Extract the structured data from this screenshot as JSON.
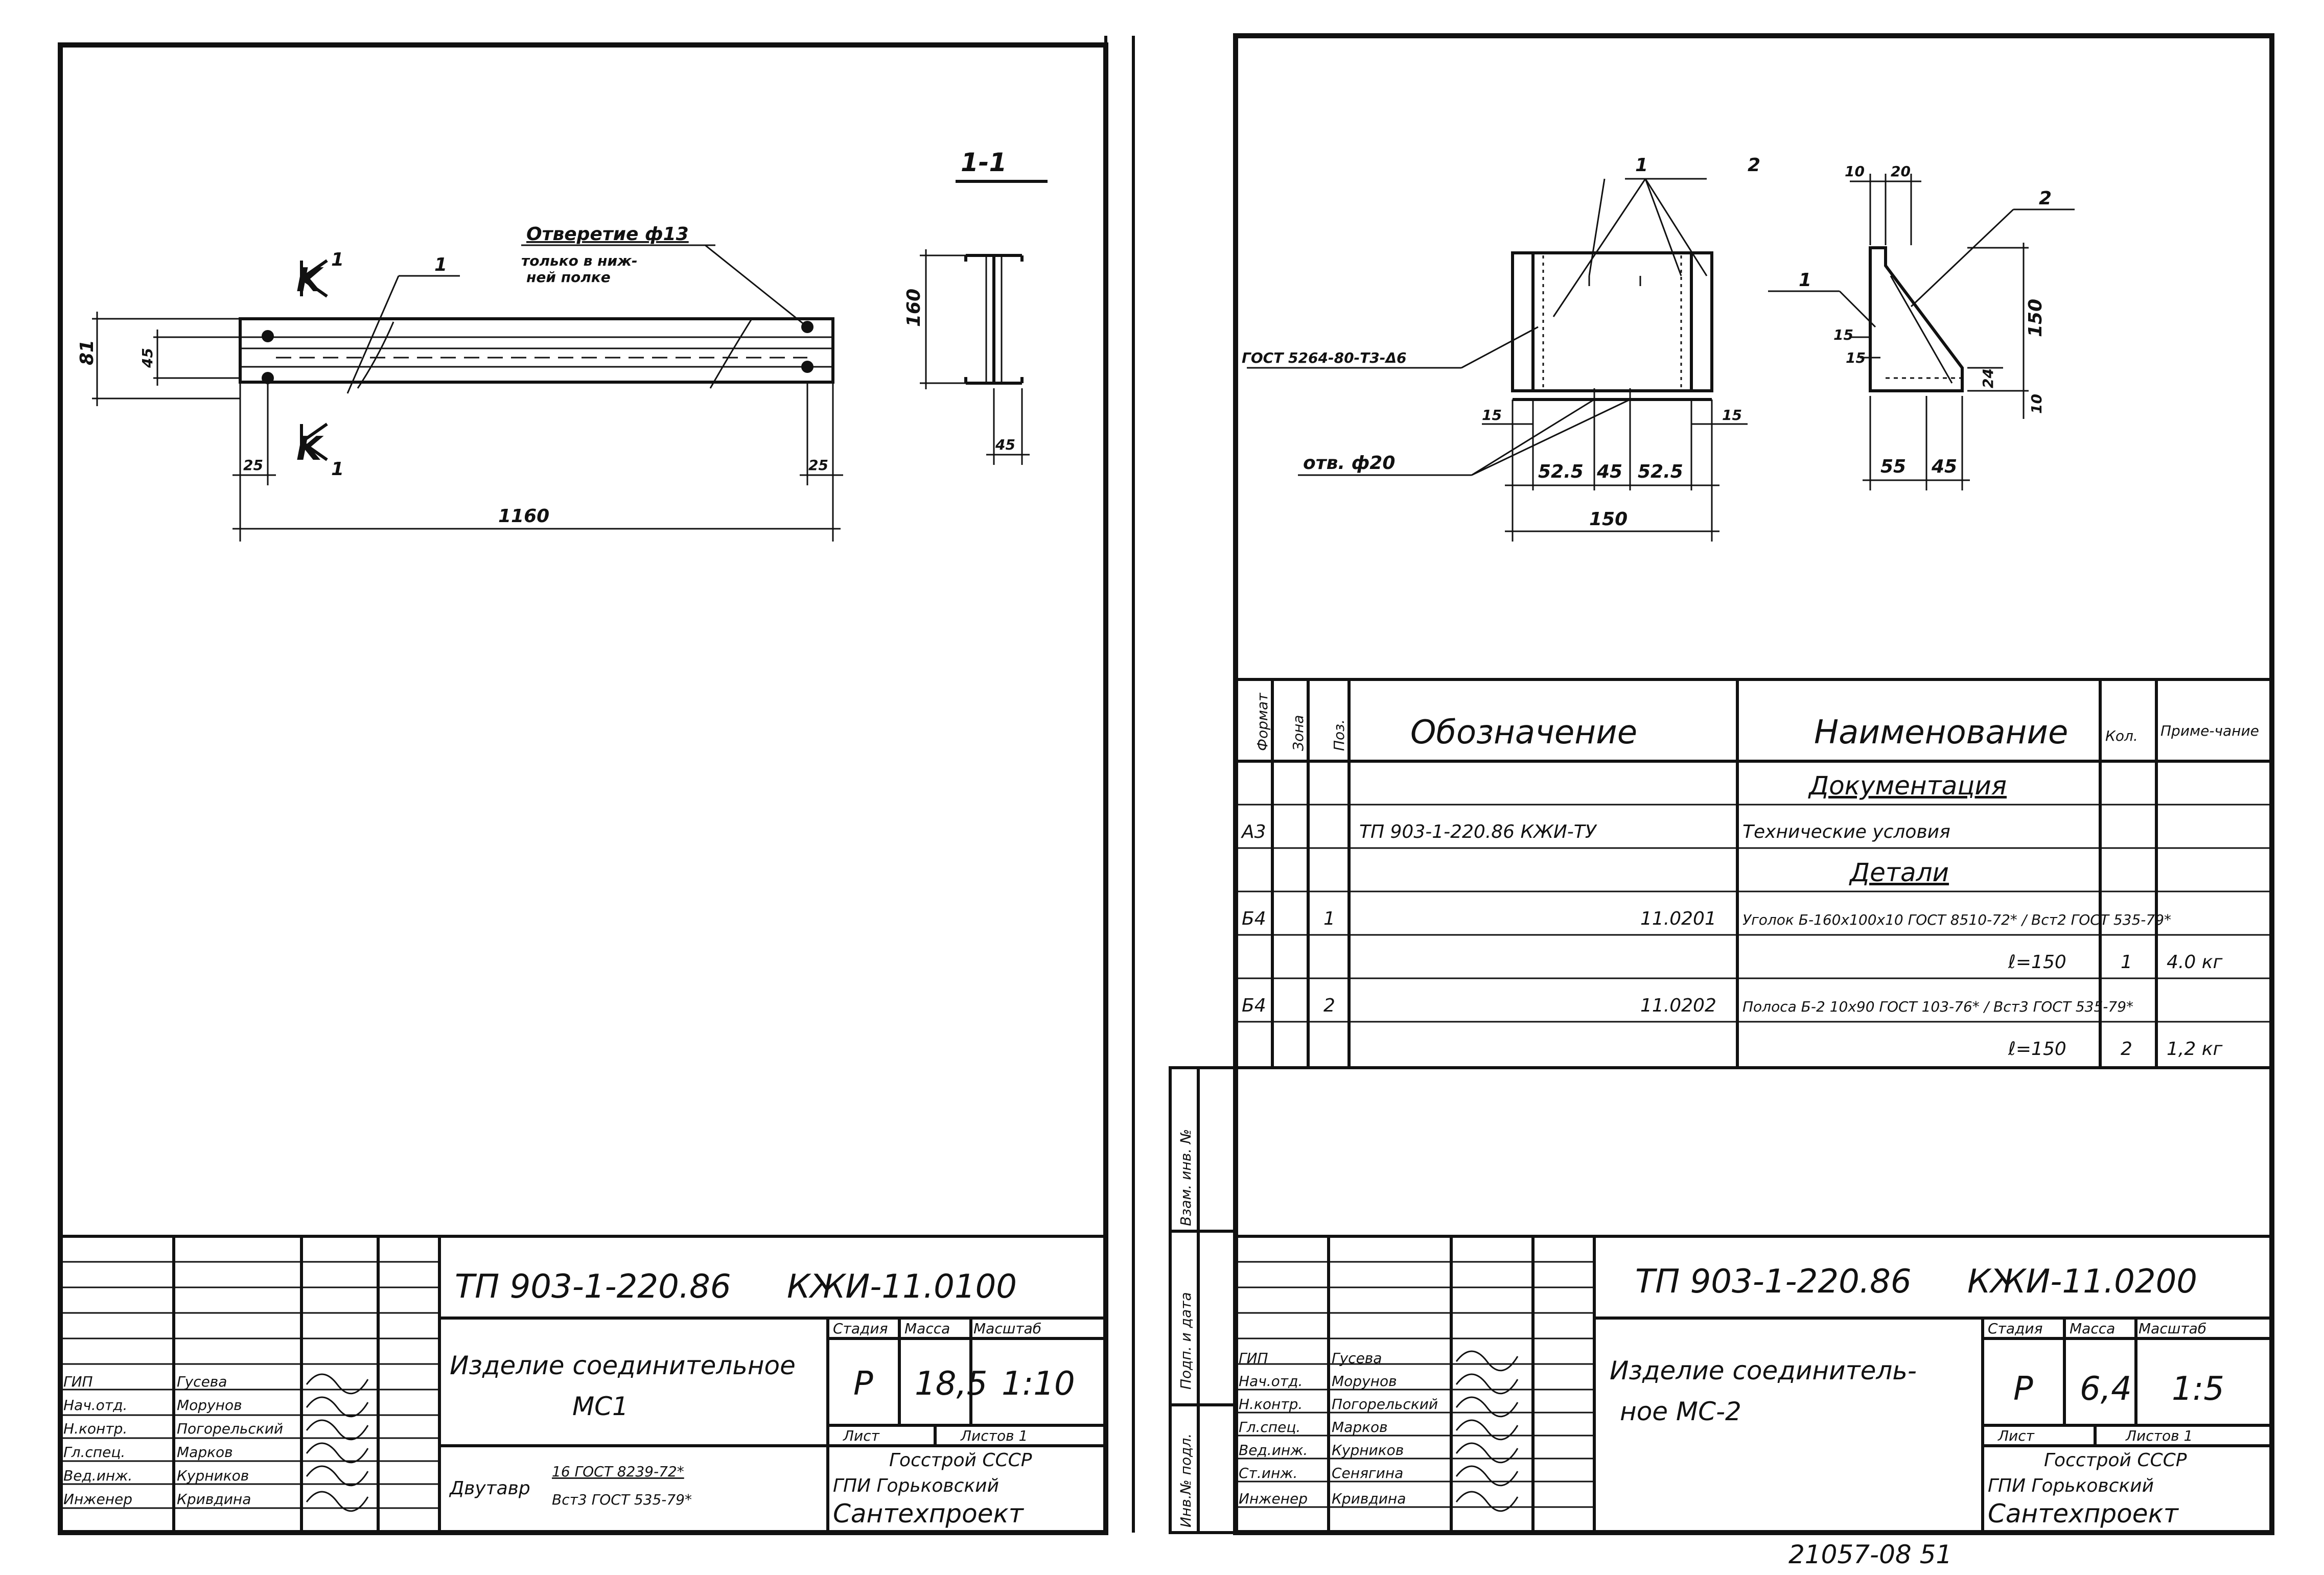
{
  "left": {
    "section_label": "1-1",
    "section_k_top": "K",
    "section_k_top_num": "1",
    "section_k_bottom": "K",
    "section_k_bottom_num": "1",
    "callout_pos": "1",
    "hole_note_line1": "Отверетие ф13",
    "hole_note_line2": "только в ниж-",
    "hole_note_line3": "ней полке",
    "dim_height": "81",
    "dim_inner": "45",
    "dim_left_offset": "25",
    "dim_right_offset": "25",
    "dim_length": "1160",
    "dim_beam_height": "160",
    "dim_flange": "45",
    "title_block": {
      "doc_code": "ТП 903-1-220.86",
      "sheet_code": "КЖИ-11.0100",
      "item_name_line1": "Изделие соединительное",
      "item_name_line2": "МС1",
      "material_prefix": "Двутавр",
      "material_top": "16 ГОСТ 8239-72*",
      "material_bottom": "Вст3 ГОСТ 535-79*",
      "col_stage": "Стадия",
      "col_mass": "Масса",
      "col_scale": "Масштаб",
      "stage": "Р",
      "mass": "18,5",
      "scale": "1:10",
      "sheet_label": "Лист",
      "sheets_label": "Листов 1",
      "org_line1": "Госстрой СССР",
      "org_line2": "ГПИ Горьковский",
      "org_line3": "Сантехпроект",
      "roles": [
        "ГИП",
        "Нач.отд.",
        "Н.контр.",
        "Гл.спец.",
        "Вед.инж.",
        "Инженер"
      ],
      "names": [
        "Гусева",
        "Морунов",
        "Погорельский",
        "Марков",
        "Курников",
        "Кривдина"
      ]
    }
  },
  "right": {
    "callout_1": "1",
    "callout_2": "2",
    "callout_1b": "1",
    "callout_2b": "2",
    "weld_note": "ГОСТ 5264-80-Т3-Δ6",
    "hole_note": "отв. ф20",
    "dim_15_left": "15",
    "dim_15_right": "15",
    "dim_52_5_left": "52.5",
    "dim_45": "45",
    "dim_52_5_right": "52.5",
    "dim_150": "150",
    "dim_10_top": "10",
    "dim_20_top": "20",
    "dim_15_a": "15",
    "dim_15_b": "15",
    "dim_150_side": "150",
    "dim_24": "24",
    "dim_10_side": "10",
    "dim_55": "55",
    "dim_45_bottom": "45",
    "spec_headers": [
      "Формат",
      "Зона",
      "Поз.",
      "Обозначение",
      "Наименование",
      "Кол.",
      "Приме-чание"
    ],
    "spec_rows": [
      {
        "format": "",
        "zone": "",
        "pos": "",
        "designation": "",
        "name": "Документация",
        "qty": "",
        "note": ""
      },
      {
        "format": "А3",
        "zone": "",
        "pos": "",
        "designation": "ТП 903-1-220.86 КЖИ-ТУ",
        "name": "Технические условия",
        "qty": "",
        "note": ""
      },
      {
        "format": "",
        "zone": "",
        "pos": "",
        "designation": "",
        "name": "Детали",
        "qty": "",
        "note": ""
      },
      {
        "format": "Б4",
        "zone": "",
        "pos": "1",
        "designation": "11.0201",
        "name": "Уголок  Б-160х100х10 ГОСТ 8510-72* / Вст2 ГОСТ 535-79*",
        "qty": "",
        "note": ""
      },
      {
        "format": "",
        "zone": "",
        "pos": "",
        "designation": "",
        "name": "ℓ=150",
        "qty": "1",
        "note": "4.0 кг"
      },
      {
        "format": "Б4",
        "zone": "",
        "pos": "2",
        "designation": "11.0202",
        "name": "Полоса  Б-2 10х90 ГОСТ 103-76* / Вст3 ГОСТ 535-79*",
        "qty": "",
        "note": ""
      },
      {
        "format": "",
        "zone": "",
        "pos": "",
        "designation": "",
        "name": "ℓ=150",
        "qty": "2",
        "note": "1,2 кг"
      }
    ],
    "side_stamp": [
      "Инв.№ подл.",
      "Подп. и дата",
      "Взам. инв. №"
    ],
    "title_block": {
      "doc_code": "ТП 903-1-220.86",
      "sheet_code": "КЖИ-11.0200",
      "item_name_line1": "Изделие соединитель-",
      "item_name_line2": "ное МС-2",
      "col_stage": "Стадия",
      "col_mass": "Масса",
      "col_scale": "Масштаб",
      "stage": "Р",
      "mass": "6,4",
      "scale": "1:5",
      "sheet_label": "Лист",
      "sheets_label": "Листов 1",
      "org_line1": "Госстрой СССР",
      "org_line2": "ГПИ Горьковский",
      "org_line3": "Сантехпроект",
      "roles": [
        "ГИП",
        "Нач.отд.",
        "Н.контр.",
        "Гл.спец.",
        "Вед.инж.",
        "Ст.инж.",
        "Инженер"
      ],
      "names": [
        "Гусева",
        "Морунов",
        "Погорельский",
        "Марков",
        "Курников",
        "Сенягина",
        "Кривдина"
      ]
    }
  },
  "footer_code": "21057-08   51"
}
